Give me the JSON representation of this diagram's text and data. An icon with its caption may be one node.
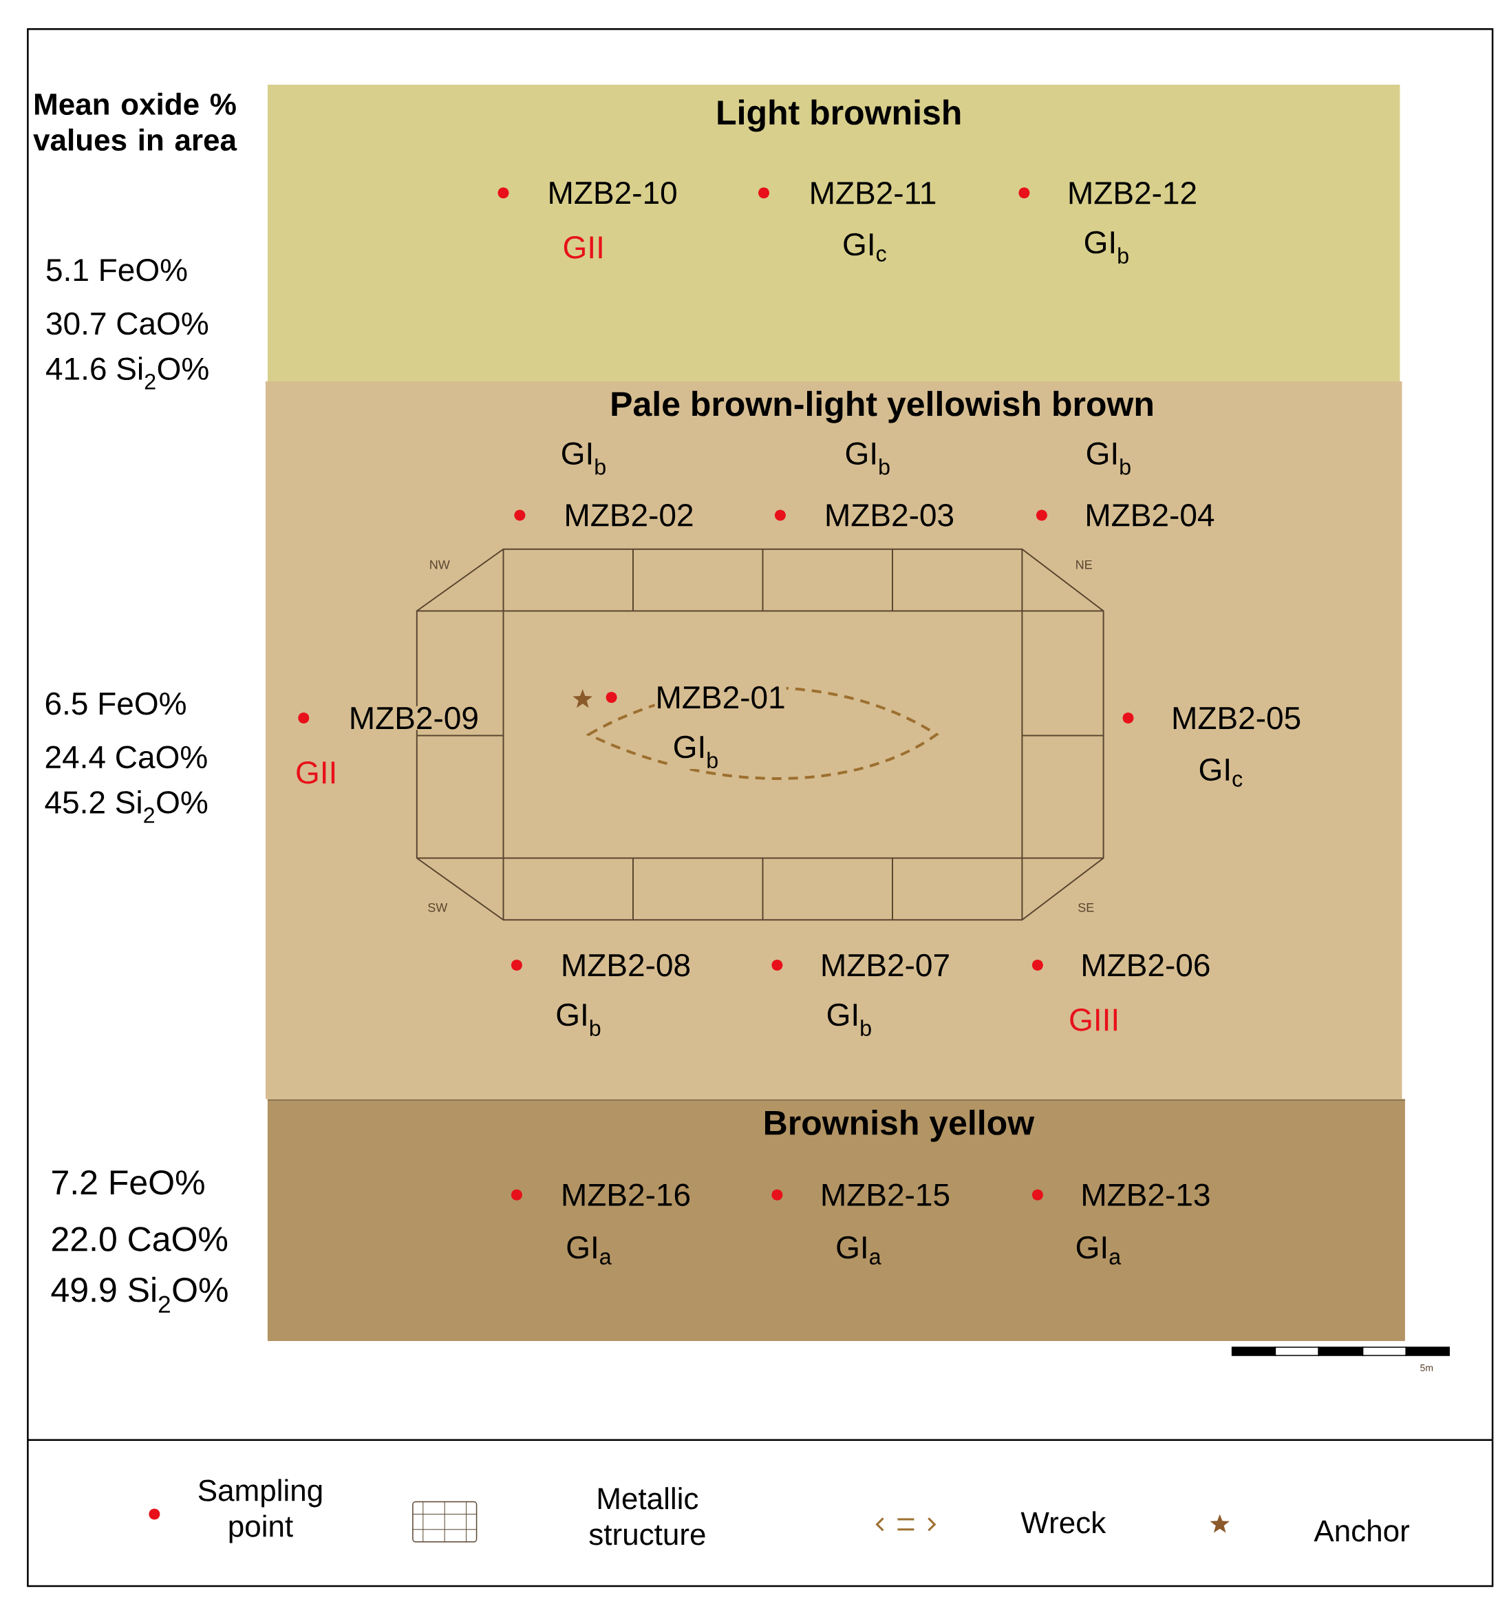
{
  "diagram": {
    "nodes": [
      {
        "text": [
          "Light brownish"
        ]
      },
      {
        "text": [
          "Pale brown-light yellowish brown"
        ]
      },
      {
        "text": [
          "Brownish yellow"
        ]
      },
      {
        "text": [
          "MZB2-10",
          "GII"
        ],
        "in": 0
      },
      {
        "text": [
          "MZB2-11",
          "GI$_{c}$"
        ],
        "in": 0
      },
      {
        "text": [
          "MZB2-12",
          "GI$_{b}$"
        ],
        "in": 0
      },
      {
        "text": [
          "GI$_{b}$",
          "MZB2-02"
        ],
        "in": 1
      },
      {
        "text": [
          "GI$_{b}$",
          "MZB2-03"
        ],
        "in": 1
      },
      {
        "text": [
          "GI$_{b}$",
          "MZB2-04"
        ],
        "in": 1
      },
      {
        "text": [
          "MZB2-09",
          "GII"
        ],
        "in": 1
      },
      {
        "text": [
          "MZB2-01",
          "GI$_{b}$"
        ],
        "in": 1
      },
      {
        "text": [
          "MZB2-05",
          "GI$_{c}$"
        ],
        "in": 1
      },
      {
        "text": [
          "MZB2-08",
          "GI$_{b}$"
        ],
        "in": 1
      },
      {
        "text": [
          "MZB2-07",
          "GI$_{b}$"
        ],
        "in": 1
      },
      {
        "text": [
          "MZB2-06",
          "GIII"
        ],
        "in": 1
      },
      {
        "text": [
          "MZB2-16",
          "GI$_{a}$"
        ],
        "in": 2
      },
      {
        "text": [
          "MZB2-15",
          "GI$_{a}$"
        ],
        "in": 2
      },
      {
        "text": [
          "MZB2-13",
          "GI$_{a}$"
        ],
        "in": 2
      }
    ],
    "labels": [
      "Mean oxide % values in area",
      "5.1 FeO%",
      "30.7 CaO%",
      "41.6 Si$_{2}$O%",
      "6.5 FeO%",
      "24.4 CaO%",
      "45.2 Si$_{2}$O%",
      "7.2 FeO%",
      "22.0 CaO%",
      "49.9 Si$_{2}$O%",
      "NW",
      "NE",
      "SW",
      "SE",
      "5m"
    ],
    "legend": [
      {
        "text": "Sampling point"
      },
      {
        "text": "Metallic structure"
      },
      {
        "text": "Wreck"
      },
      {
        "text": "Anchor"
      }
    ]
  }
}
